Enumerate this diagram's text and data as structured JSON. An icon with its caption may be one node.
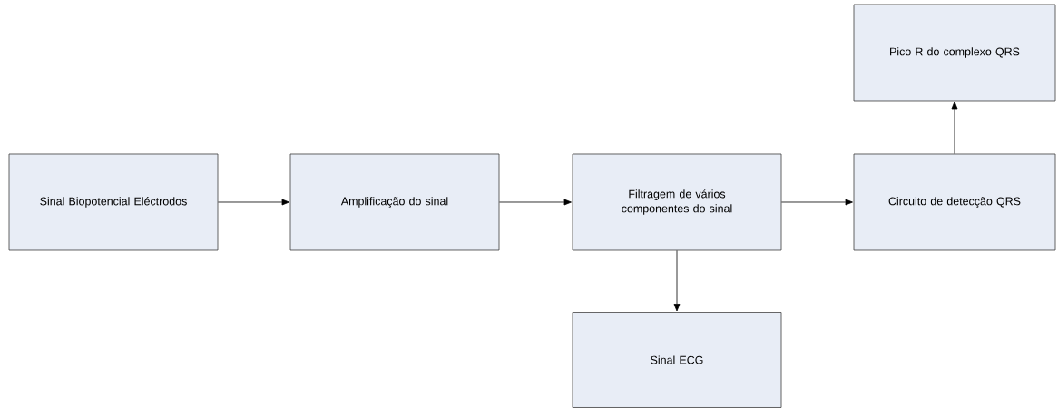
{
  "diagram": {
    "nodes": [
      {
        "text": [
          "Sinal Biopotencial Eléctrodos"
        ]
      },
      {
        "text": [
          "Amplificação do sinal"
        ]
      },
      {
        "text": [
          "Filtragem de vários componentes do sinal"
        ]
      },
      {
        "text": [
          "Circuito de detecção QRS"
        ]
      },
      {
        "text": [
          "Pico R do complexo QRS"
        ]
      },
      {
        "text": [
          "Sinal ECG"
        ]
      }
    ],
    "edges": [
      {
        "from": 0,
        "to": 1,
        "arrow": "to"
      },
      {
        "from": 1,
        "to": 2,
        "arrow": "to"
      },
      {
        "from": 2,
        "to": 3,
        "arrow": "to"
      },
      {
        "from": 3,
        "to": 4,
        "arrow": "to"
      },
      {
        "from": 2,
        "to": 5,
        "arrow": "to"
      }
    ]
  }
}
